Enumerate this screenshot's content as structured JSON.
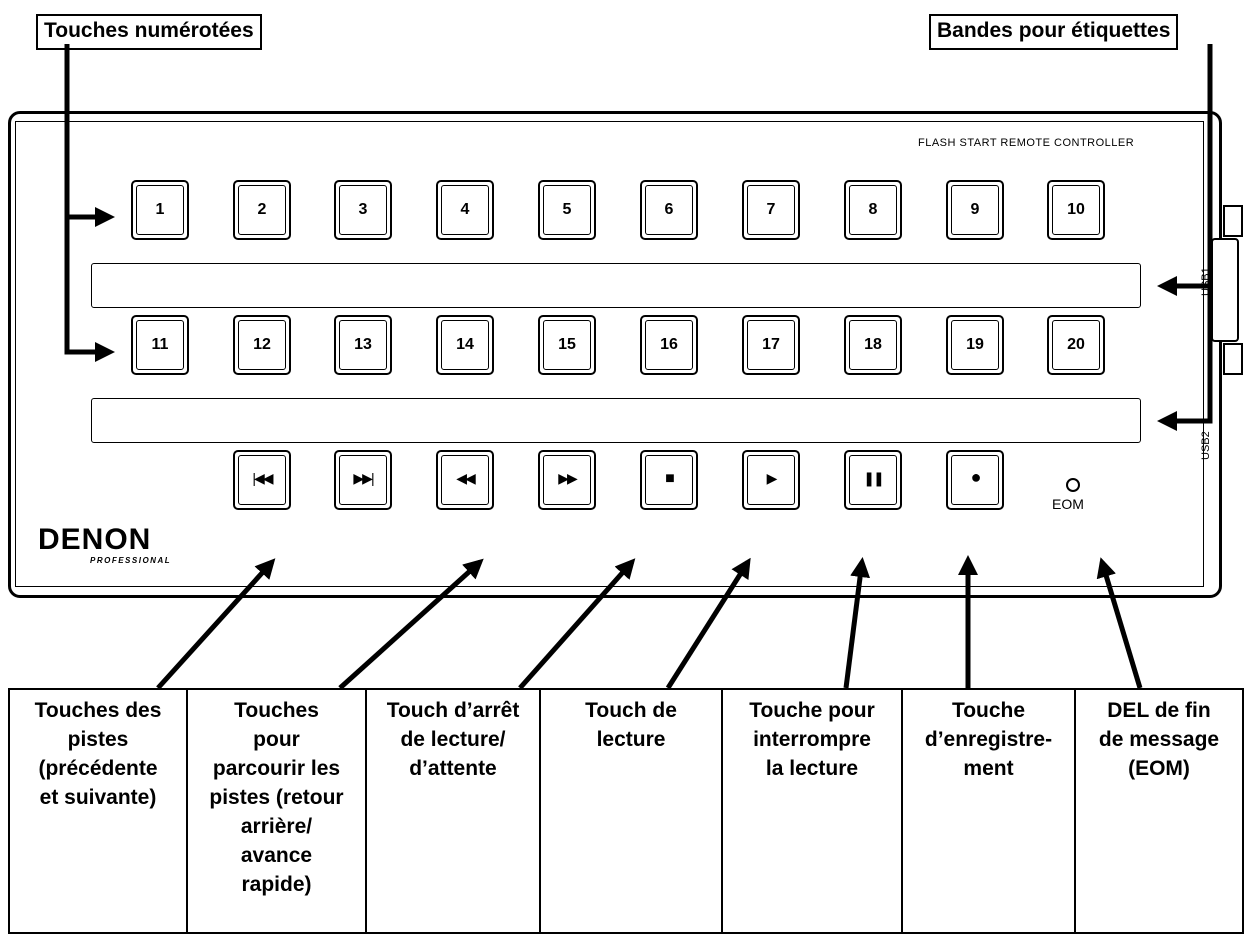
{
  "callouts": {
    "numbered_keys": "Touches numérotées",
    "label_strips": "Bandes pour étiquettes"
  },
  "device": {
    "model_label": "FLASH START REMOTE CONTROLLER",
    "brand": "DENON",
    "brand_sub": "PROFESSIONAL",
    "row1": [
      "1",
      "2",
      "3",
      "4",
      "5",
      "6",
      "7",
      "8",
      "9",
      "10"
    ],
    "row2": [
      "11",
      "12",
      "13",
      "14",
      "15",
      "16",
      "17",
      "18",
      "19",
      "20"
    ],
    "transport_icons": [
      "skip-previous-icon",
      "skip-next-icon",
      "rewind-icon",
      "fast-forward-icon",
      "stop-icon",
      "play-icon",
      "pause-icon",
      "record-icon"
    ],
    "eom_label": "EOM",
    "usb_label_top": "USB1",
    "usb_label_bottom": "USB2"
  },
  "legend": [
    "Touches des\npistes\n(précédente\net suivante)",
    "Touches\npour\nparcourir les\npistes (retour\narrière/\navance\nrapide)",
    "Touch d’arrêt\nde lecture/\nd’attente",
    "Touch de\nlecture",
    "Touche pour\ninterrompre\nla lecture",
    "Touche\nd’enregistre-\nment",
    "DEL de fin\nde message\n(EOM)"
  ]
}
